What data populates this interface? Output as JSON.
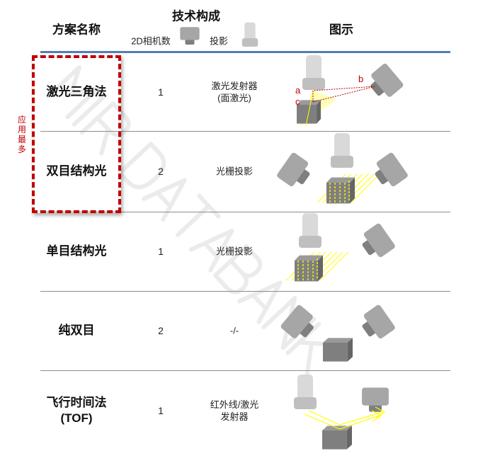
{
  "header": {
    "scheme_name": "方案名称",
    "tech": "技术构成",
    "camera_count": "2D相机数",
    "projection": "投影",
    "diagram": "图示"
  },
  "annotation": {
    "most_used": "应用最多",
    "color": "#c00000"
  },
  "rows": [
    {
      "name": "激光三角法",
      "cameras": "1",
      "projection": "激光发射器\n(面激光)",
      "labels": {
        "a": "a",
        "b": "b",
        "c": "c"
      }
    },
    {
      "name": "双目结构光",
      "cameras": "2",
      "projection": "光栅投影"
    },
    {
      "name": "单目结构光",
      "cameras": "1",
      "projection": "光栅投影"
    },
    {
      "name": "纯双目",
      "cameras": "2",
      "projection": "-/-"
    },
    {
      "name": "飞行时间法\n(TOF)",
      "cameras": "1",
      "projection": "红外线/激光\n发射器"
    }
  ],
  "watermark": "MIR DATABANK",
  "colors": {
    "header_rule": "#4f7fb5",
    "beam": "#ffff00",
    "camera": "#a6a6a6",
    "projector": "#d9d9d9"
  }
}
